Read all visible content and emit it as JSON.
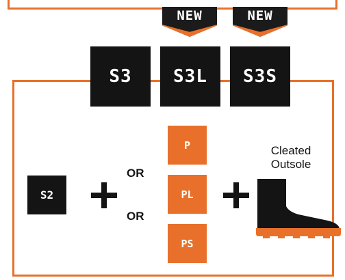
{
  "badges": {
    "new_1": "NEW",
    "new_2": "NEW"
  },
  "levels": {
    "s3": "S3",
    "s3l": "S3L",
    "s3s": "S3S"
  },
  "formula": {
    "base": "S2",
    "or_1": "OR",
    "or_2": "OR",
    "options": [
      "P",
      "PL",
      "PS"
    ],
    "outsole_label_line1": "Cleated",
    "outsole_label_line2": "Outsole"
  },
  "colors": {
    "accent": "#e8702a",
    "dark": "#141414",
    "background": "#ffffff"
  },
  "icons": {
    "plus": "plus-icon",
    "boot": "boot-icon"
  }
}
